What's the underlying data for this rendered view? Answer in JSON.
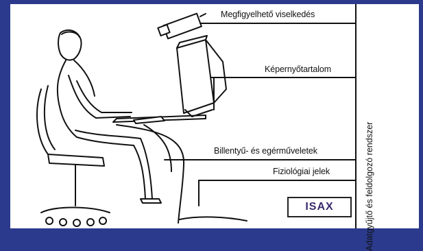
{
  "labels": {
    "observable_behavior": "Megfigyelhető viselkedés",
    "screen_content": "Képernyőtartalom",
    "keyboard_mouse": "Billentyű- és egérműveletek",
    "physiological": "Fiziológiai jelek",
    "system": "Adatgyűjtő és feldolgozó rendszer",
    "logo": "ISAX"
  },
  "colors": {
    "background": "#2b3a8c",
    "panel": "#ffffff",
    "logo_text": "#3a2a6e"
  }
}
